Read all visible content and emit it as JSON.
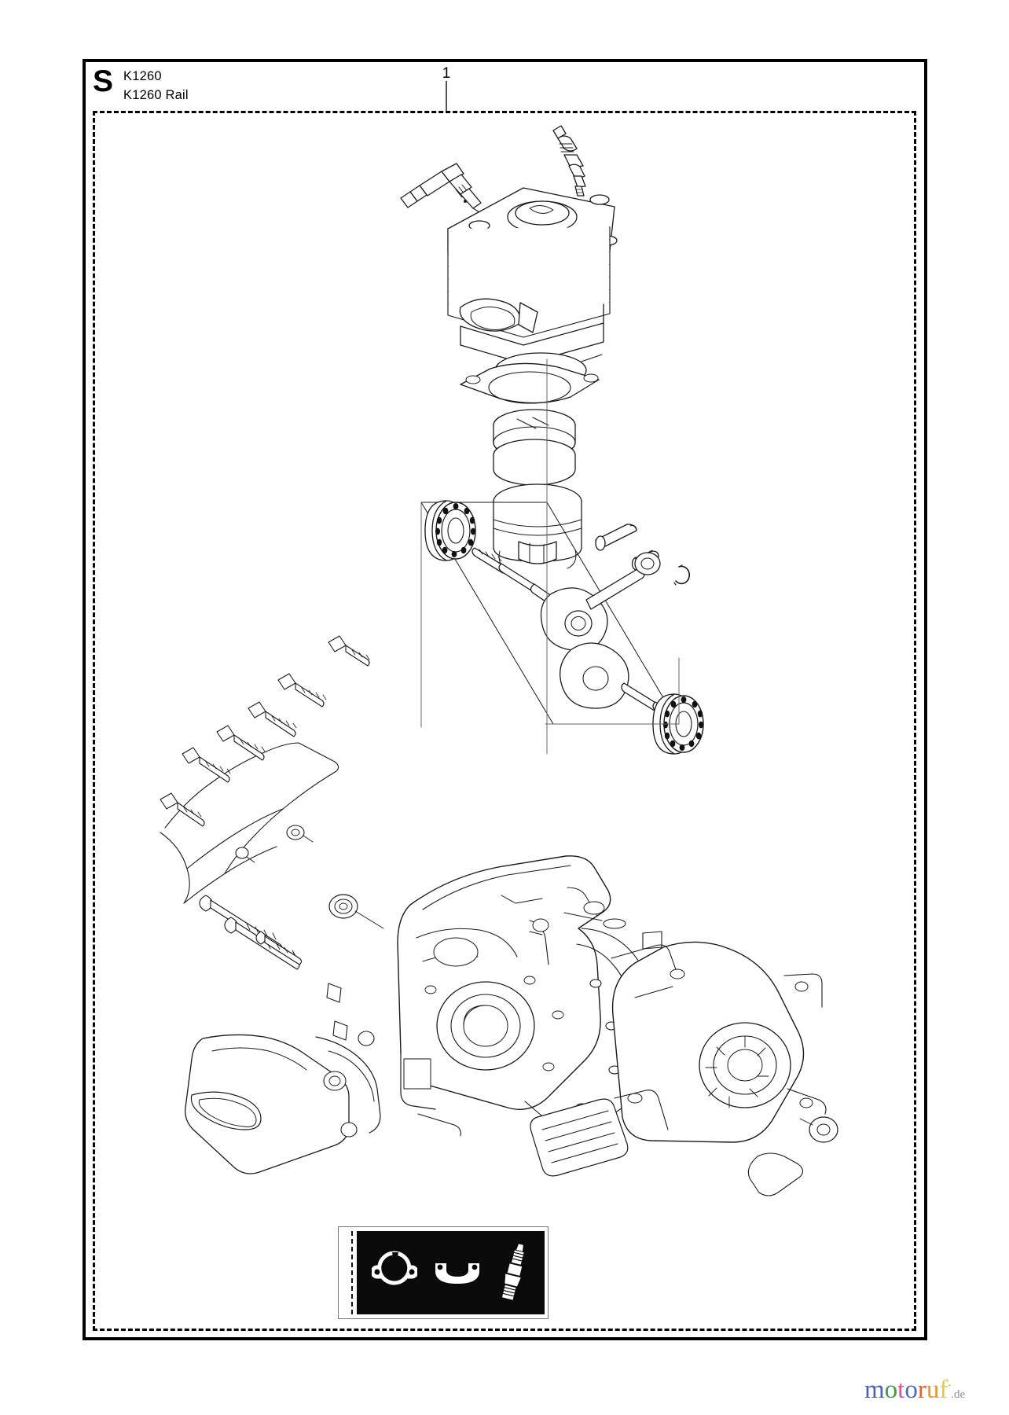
{
  "document": {
    "section_letter": "S",
    "models": [
      "K1260",
      "K1260 Rail"
    ],
    "callout_number": "1",
    "frame_style": "solid-outer-border-with-inner-dashed-boundary"
  },
  "diagram": {
    "title_implied": "Cylinder / piston / crankcase exploded parts view",
    "line_color": "#1a1a1a",
    "fill_color": "#ffffff",
    "parts": [
      {
        "name": "decompression-valve",
        "label": ""
      },
      {
        "name": "spark-plug",
        "label": ""
      },
      {
        "name": "cylinder",
        "label": ""
      },
      {
        "name": "cylinder-base-gasket",
        "label": ""
      },
      {
        "name": "piston-rings",
        "label": ""
      },
      {
        "name": "piston",
        "label": ""
      },
      {
        "name": "piston-pin",
        "label": ""
      },
      {
        "name": "needle-bearing",
        "label": ""
      },
      {
        "name": "circlip",
        "label": ""
      },
      {
        "name": "ball-bearing-left",
        "label": ""
      },
      {
        "name": "crankshaft",
        "label": ""
      },
      {
        "name": "ball-bearing-right",
        "label": ""
      },
      {
        "name": "screw-set-upper",
        "label": ""
      },
      {
        "name": "crankcase-gasket-left",
        "label": ""
      },
      {
        "name": "bolt-set-lower",
        "label": ""
      },
      {
        "name": "washer",
        "label": ""
      },
      {
        "name": "clutch-cover",
        "label": ""
      },
      {
        "name": "crankcase-half-left",
        "label": ""
      },
      {
        "name": "crankcase-gasket-right",
        "label": ""
      },
      {
        "name": "crankcase-half-right",
        "label": ""
      },
      {
        "name": "cover-plate",
        "label": ""
      }
    ]
  },
  "inset": {
    "name": "gasket-kit-inset",
    "background": "#0a0a0a",
    "items": [
      "round-flange-gasket",
      "curved-gasket",
      "spark-plug"
    ]
  },
  "watermark": {
    "letters": [
      {
        "ch": "m",
        "color": "#4a5fbf"
      },
      {
        "ch": "o",
        "color": "#3f9b46"
      },
      {
        "ch": "t",
        "color": "#e0518f"
      },
      {
        "ch": "o",
        "color": "#3f6fc6"
      },
      {
        "ch": "r",
        "color": "#e0642a"
      },
      {
        "ch": "u",
        "color": "#e9962c"
      },
      {
        "ch": "f",
        "color": "#efc72e"
      }
    ],
    "dot_color": "#efc72e",
    "tld": ".de"
  }
}
